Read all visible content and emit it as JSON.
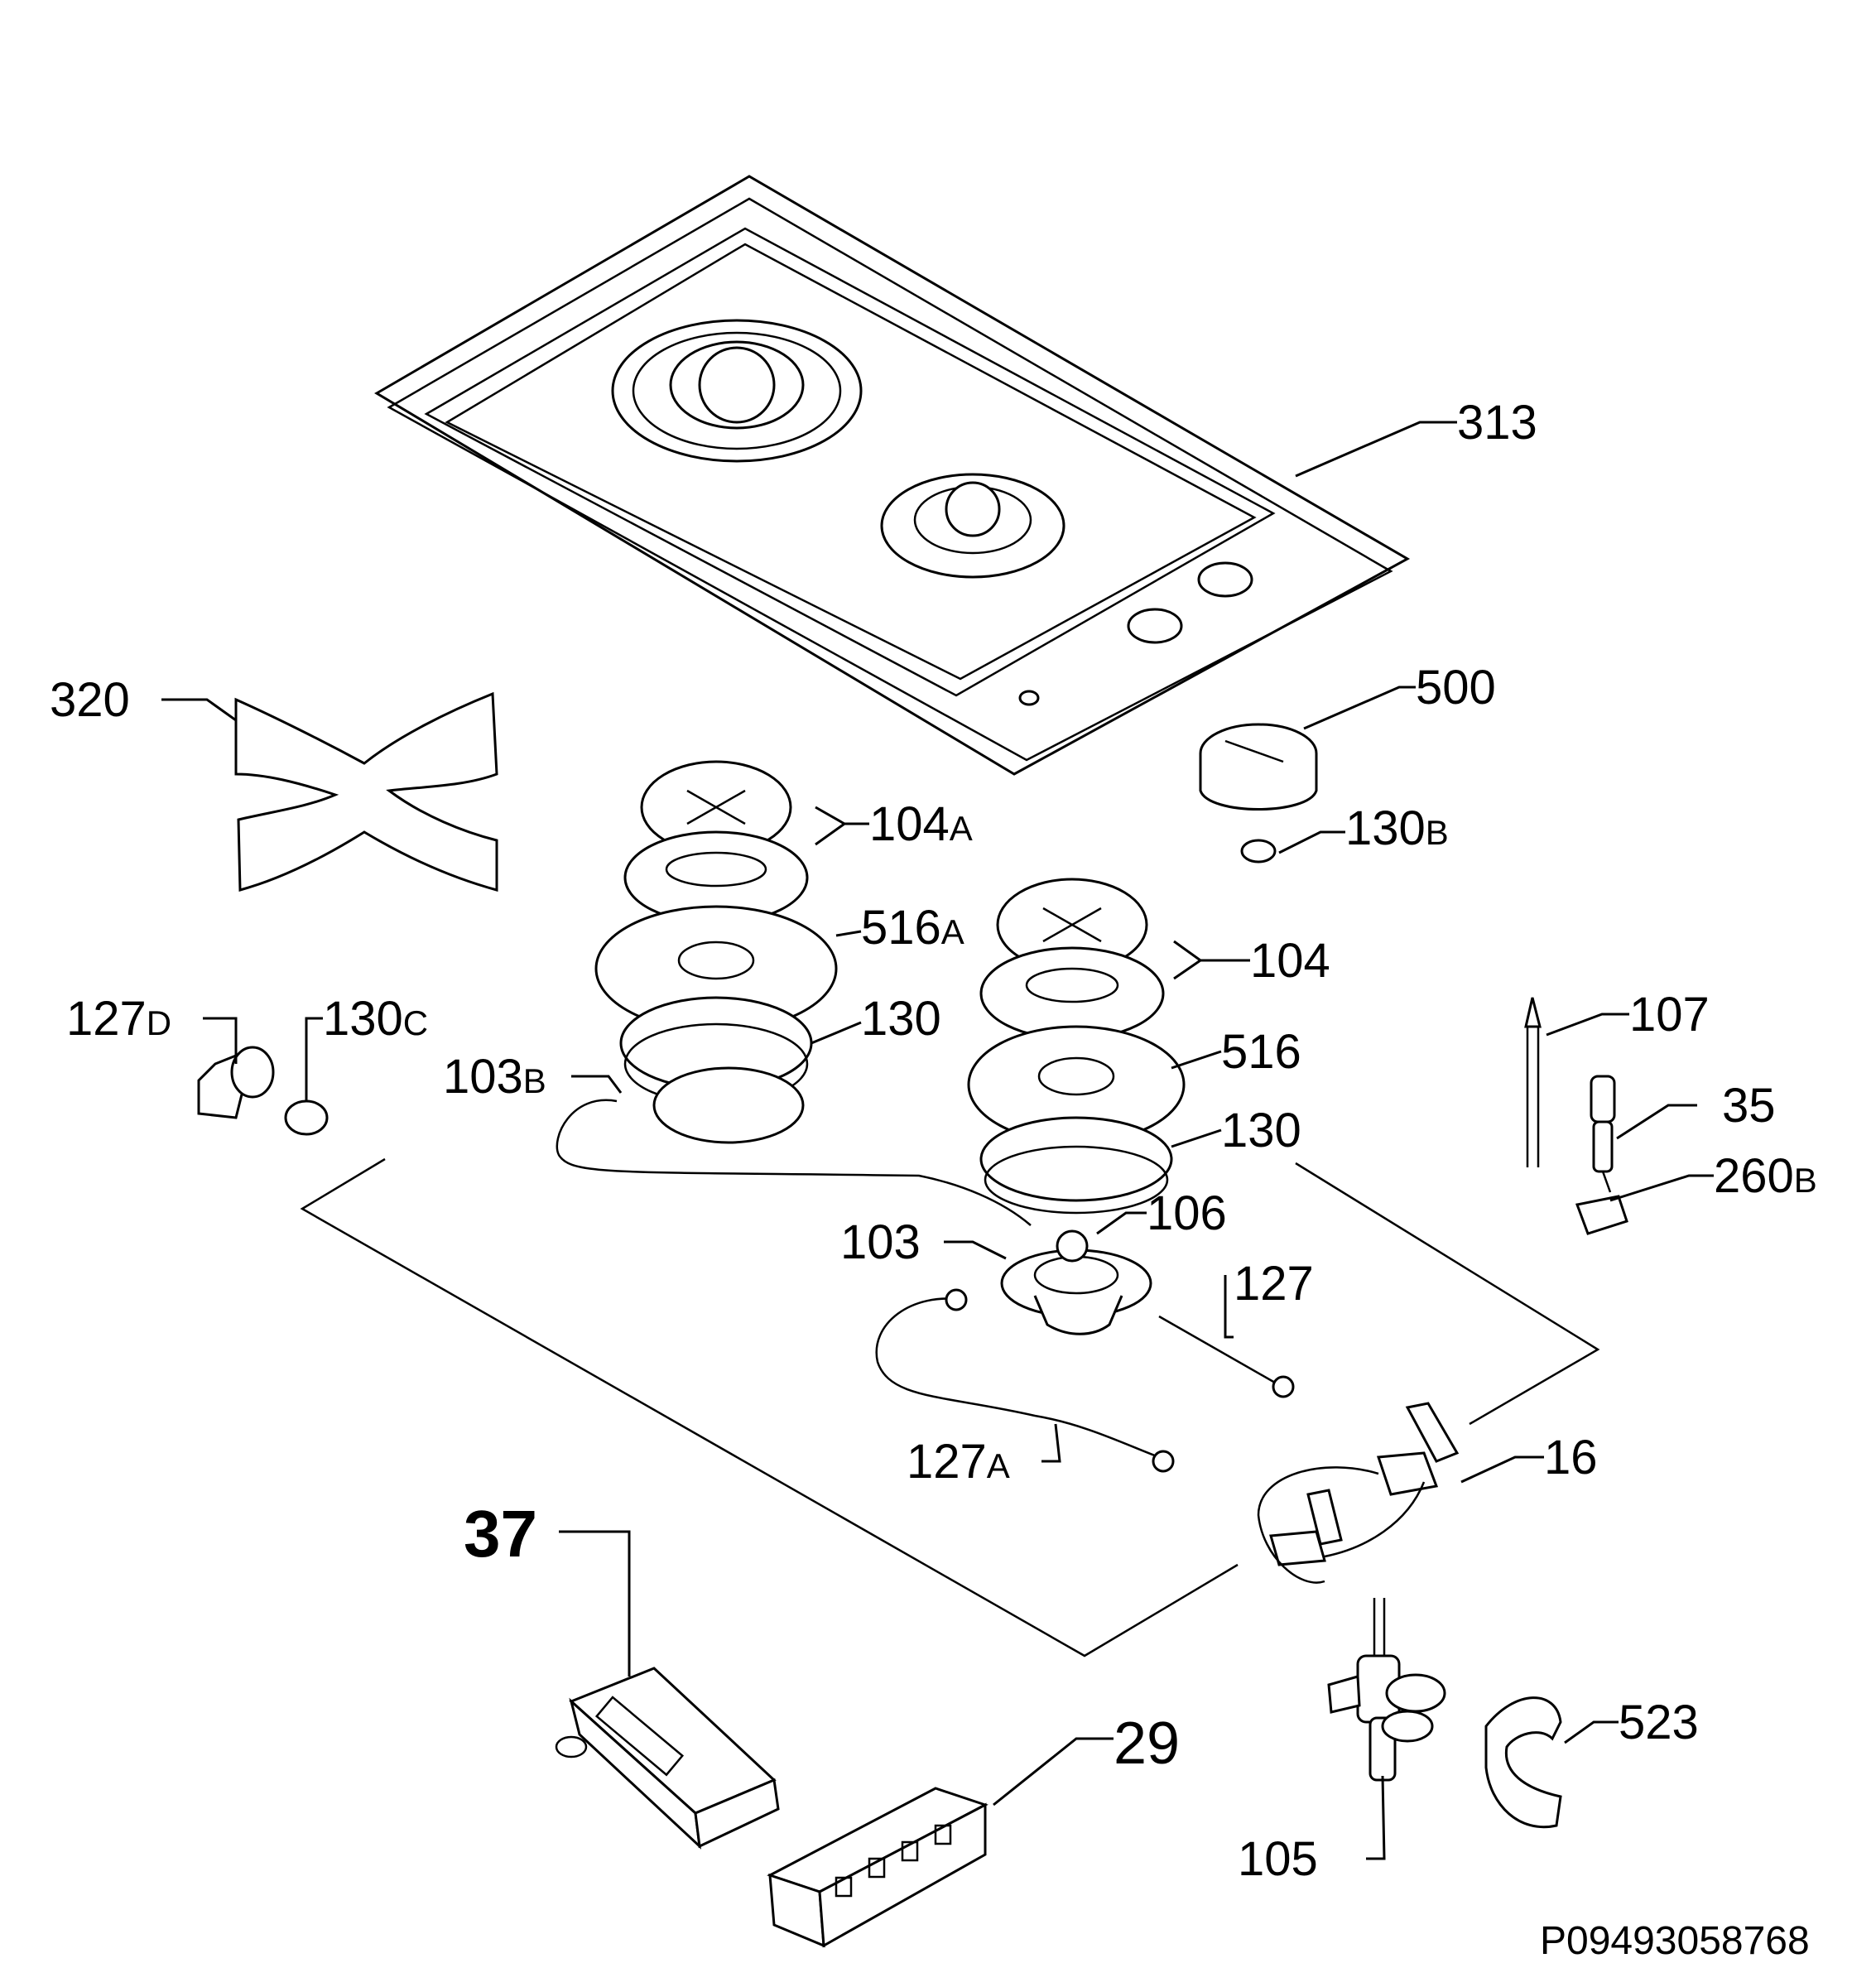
{
  "diagram": {
    "document_code": "P09493058768",
    "parts": [
      {
        "id": "313",
        "label": "313"
      },
      {
        "id": "500",
        "label": "500"
      },
      {
        "id": "130B",
        "label": "130",
        "suffix": "B"
      },
      {
        "id": "320",
        "label": "320"
      },
      {
        "id": "104A",
        "label": "104",
        "suffix": "A"
      },
      {
        "id": "516A",
        "label": "516",
        "suffix": "A"
      },
      {
        "id": "104",
        "label": "104"
      },
      {
        "id": "127D",
        "label": "127",
        "suffix": "D"
      },
      {
        "id": "130C",
        "label": "130",
        "suffix": "C"
      },
      {
        "id": "130-left",
        "label": "130"
      },
      {
        "id": "103B",
        "label": "103",
        "suffix": "B"
      },
      {
        "id": "516",
        "label": "516"
      },
      {
        "id": "130-right",
        "label": "130"
      },
      {
        "id": "107",
        "label": "107"
      },
      {
        "id": "35",
        "label": "35"
      },
      {
        "id": "260B",
        "label": "260",
        "suffix": "B"
      },
      {
        "id": "103",
        "label": "103"
      },
      {
        "id": "106",
        "label": "106"
      },
      {
        "id": "127",
        "label": "127"
      },
      {
        "id": "127A",
        "label": "127",
        "suffix": "A"
      },
      {
        "id": "16",
        "label": "16"
      },
      {
        "id": "37",
        "label": "37"
      },
      {
        "id": "29",
        "label": "29"
      },
      {
        "id": "523",
        "label": "523"
      },
      {
        "id": "105",
        "label": "105"
      }
    ]
  }
}
